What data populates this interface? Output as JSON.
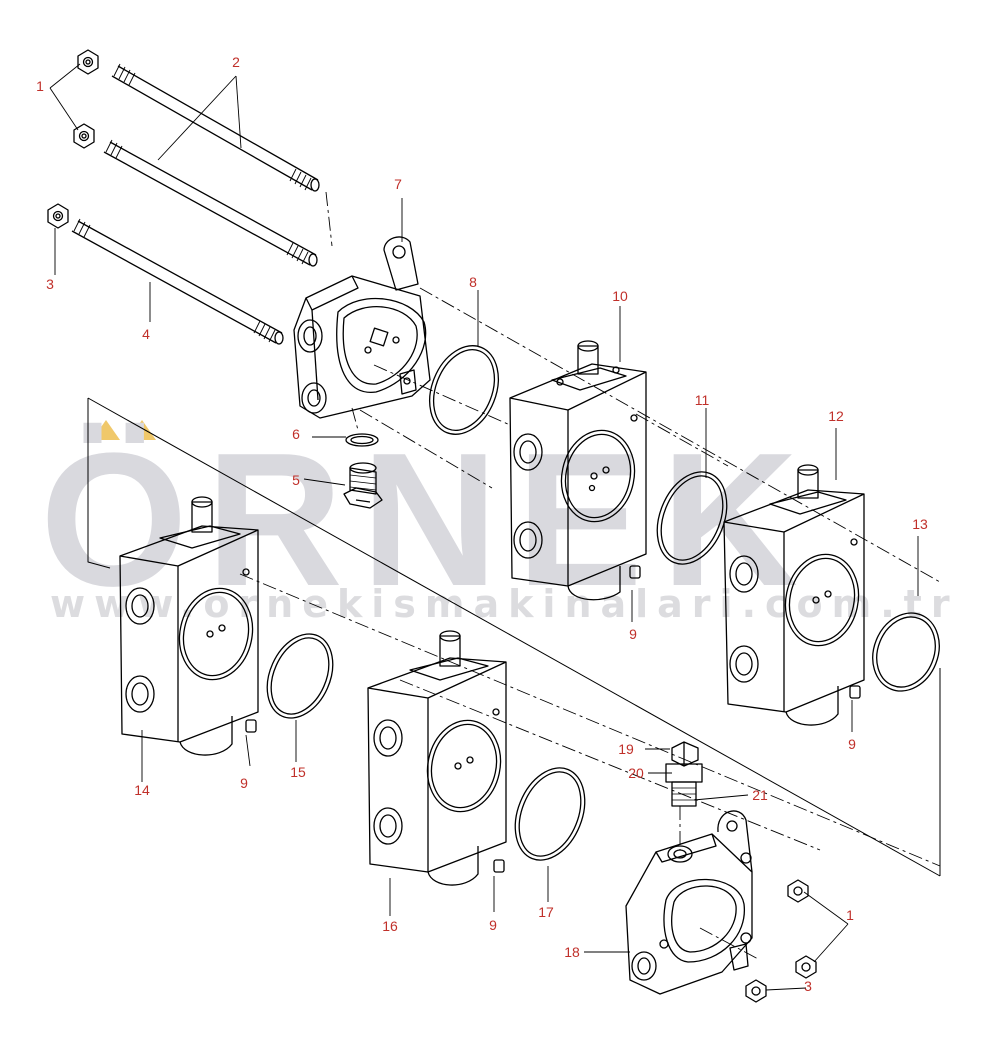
{
  "watermark": {
    "brand": "ÖRNEK",
    "url": "www.ornekismakinalari.com.tr",
    "accent_color": "#f0c86a",
    "text_color": "#d9d9de"
  },
  "diagram": {
    "type": "exploded-parts-diagram",
    "subject": "hydraulic control valve assembly",
    "label_color": "#c0302a",
    "line_color": "#000000",
    "callouts": [
      "1",
      "2",
      "3",
      "4",
      "5",
      "6",
      "7",
      "8",
      "9",
      "10",
      "11",
      "12",
      "13",
      "14",
      "15",
      "16",
      "17",
      "18",
      "19",
      "20",
      "21"
    ],
    "labels": {
      "n1a": "1",
      "n2": "2",
      "n3a": "3",
      "n4": "4",
      "n5": "5",
      "n6": "6",
      "n7": "7",
      "n8": "8",
      "n9a": "9",
      "n9b": "9",
      "n9c": "9",
      "n9d": "9",
      "n10": "10",
      "n11": "11",
      "n12": "12",
      "n13": "13",
      "n14": "14",
      "n15": "15",
      "n16": "16",
      "n17": "17",
      "n18": "18",
      "n19": "19",
      "n20": "20",
      "n21": "21",
      "n1b": "1",
      "n3b": "3"
    }
  }
}
